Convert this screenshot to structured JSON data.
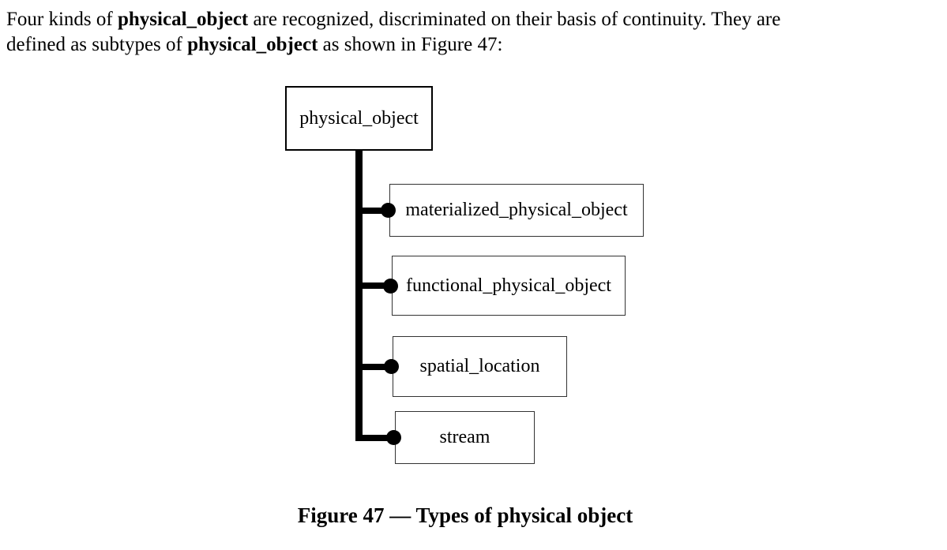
{
  "intro": {
    "line1_pre": "Four kinds of ",
    "line1_bold": "physical_object",
    "line1_post": " are recognized, discriminated on their basis of continuity. They are",
    "line2_pre": "defined as subtypes of ",
    "line2_bold": "physical_object",
    "line2_post": " as shown in Figure 47:"
  },
  "diagram": {
    "root_label": "physical_object",
    "children": [
      {
        "label": "materialized_physical_object"
      },
      {
        "label": "functional_physical_object"
      },
      {
        "label": "spatial_location"
      },
      {
        "label": "stream"
      }
    ],
    "line_color": "#000000",
    "dot_style": "filled-circle"
  },
  "caption": "Figure 47 — Types of physical object",
  "colors": {
    "background": "#ffffff",
    "text": "#000000",
    "box_border": "#000000"
  }
}
